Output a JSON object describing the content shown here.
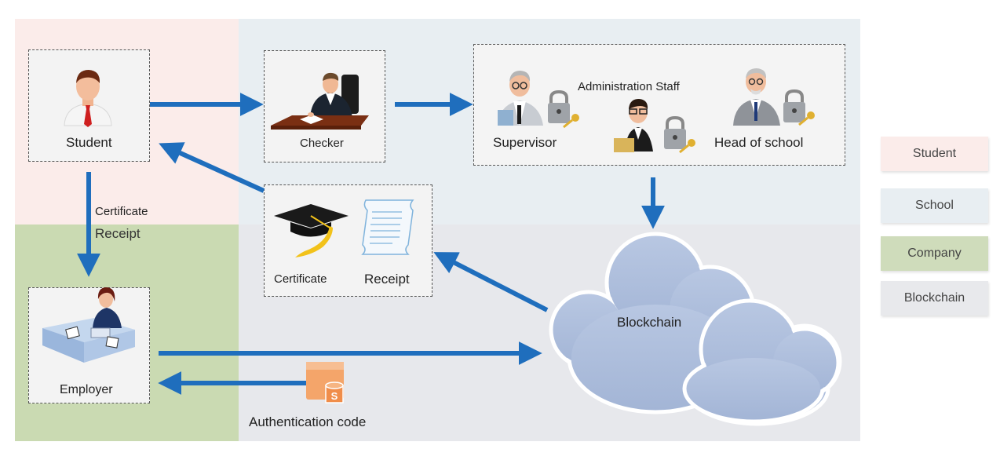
{
  "actors": {
    "student": "Student",
    "checker": "Checker",
    "supervisor": "Supervisor",
    "admin_staff": "Administration Staff",
    "head_of_school": "Head of school",
    "employer": "Employer"
  },
  "documents": {
    "certificate": "Certificate",
    "receipt": "Receipt"
  },
  "flow_labels": {
    "certificate": "Certificate",
    "receipt": "Receipt",
    "auth_code": "Authentication code"
  },
  "blockchain_label": "Blockchain",
  "legend": [
    {
      "label": "Student",
      "color": "#fbecea"
    },
    {
      "label": "School",
      "color": "#e8eef2"
    },
    {
      "label": "Company",
      "color": "#cfdcbb"
    },
    {
      "label": "Blockchain",
      "color": "#e8e9ec"
    }
  ],
  "colors": {
    "arrow": "#1f6ebd",
    "student_region": "#fbecea",
    "school_region": "#e8eef2",
    "company_region": "#cadab2",
    "blockchain_region": "#e7e8ec",
    "cloud": "#aebfdc"
  }
}
